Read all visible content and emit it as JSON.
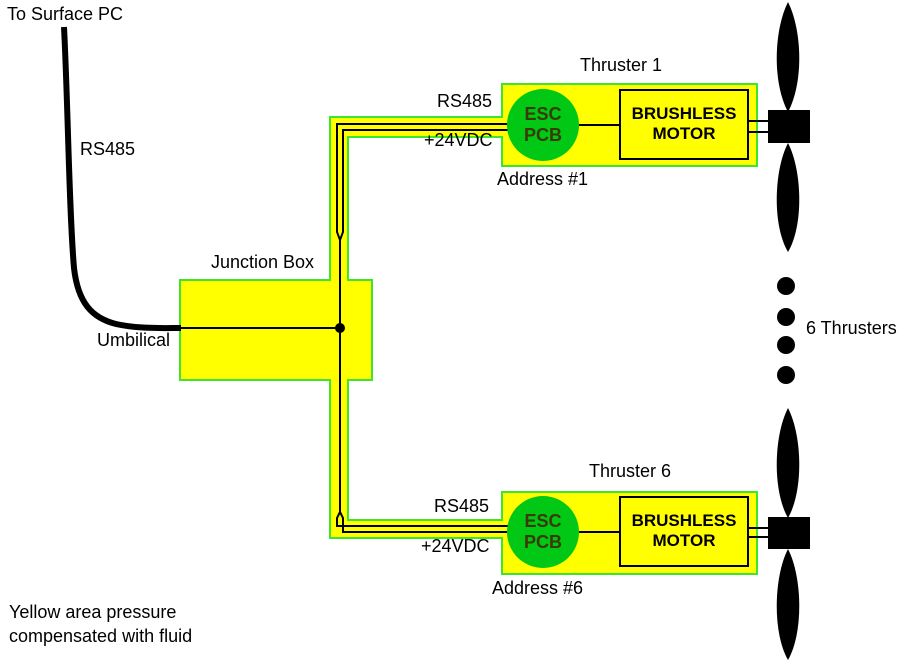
{
  "colors": {
    "yellow": "#ffff00",
    "area_border": "#3de62c",
    "esc_green": "#00c814",
    "esc_text": "#3a3a00"
  },
  "labels": {
    "to_surface_pc": "To Surface PC",
    "umbilical_protocol": "RS485",
    "junction_box": "Junction Box",
    "umbilical": "Umbilical",
    "six_thrusters": "6 Thrusters",
    "note": "Yellow area pressure\ncompensated with fluid"
  },
  "thruster1": {
    "title": "Thruster 1",
    "data_line": "RS485",
    "power_line": "+24VDC",
    "esc": "ESC\nPCB",
    "motor": "BRUSHLESS\nMOTOR",
    "address": "Address #1"
  },
  "thruster6": {
    "title": "Thruster 6",
    "data_line": "RS485",
    "power_line": "+24VDC",
    "esc": "ESC\nPCB",
    "motor": "BRUSHLESS\nMOTOR",
    "address": "Address #6"
  }
}
